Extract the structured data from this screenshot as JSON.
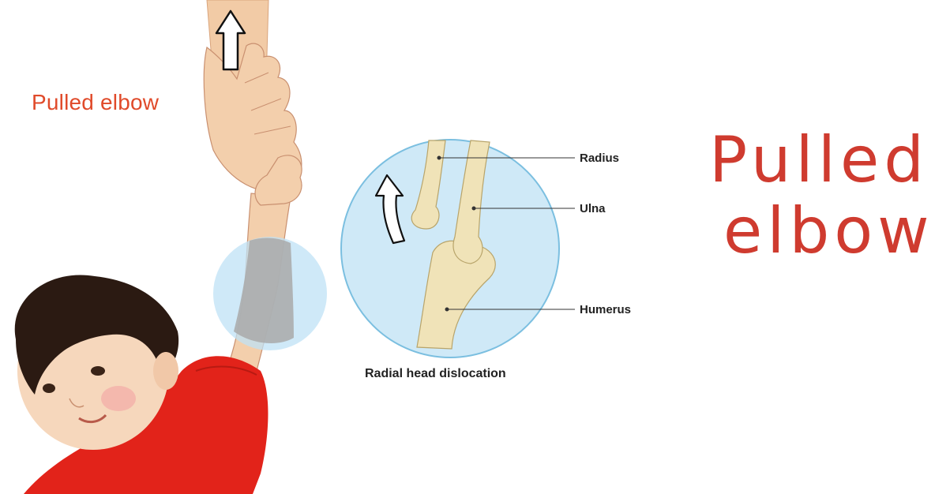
{
  "slide": {
    "small_title": "Pulled elbow",
    "big_title_line1": "Pulled",
    "big_title_line2": "elbow",
    "title_color": "#cf3b2f",
    "label_color": "#e04a2a"
  },
  "diagram": {
    "caption": "Radial head dislocation",
    "labels": {
      "radius": "Radius",
      "ulna": "Ulna",
      "humerus": "Humerus"
    }
  },
  "illustration": {
    "subject": "child-with-raised-arm-icon",
    "pull_direction": "up-arrow-icon",
    "dislocation_direction": "curved-up-arrow-icon"
  }
}
